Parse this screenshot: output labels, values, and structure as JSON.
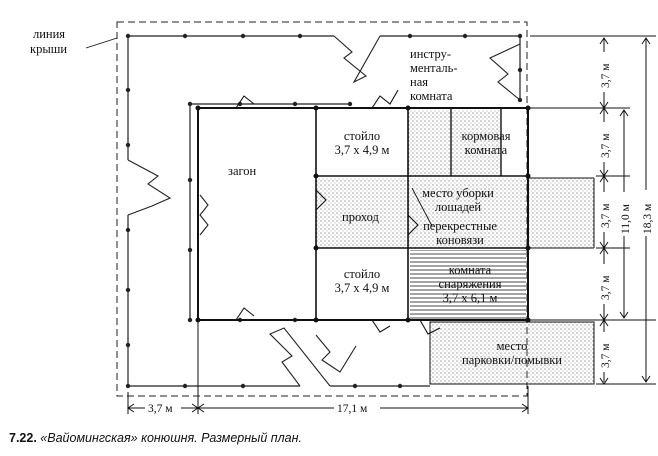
{
  "labels": {
    "roof_line": [
      "линия",
      "крыши"
    ],
    "tack_room": [
      "инстру-",
      "менталь-",
      "ная",
      "комната"
    ],
    "paddock": "загон",
    "stall_top": [
      "стойло",
      "3,7 x 4,9 м"
    ],
    "feed_room": [
      "кормовая",
      "комната"
    ],
    "passage": "проход",
    "grooming": [
      "место уборки",
      "лошадей"
    ],
    "cross_ties": [
      "перекрестные",
      "коновязи"
    ],
    "stall_bottom": [
      "стойло",
      "3,7 x 4,9 м"
    ],
    "saddle_room": [
      "комната",
      "снаряжения",
      "3,7 x 6,1 м"
    ],
    "parking": [
      "место",
      "парковки/помывки"
    ]
  },
  "dimensions": {
    "right_a": "3,7 м",
    "right_b": "3,7 м",
    "right_c": "3,7 м",
    "right_d": "3,7 м",
    "right_e": "3,7 м",
    "inner_total": "11,0 м",
    "outer_total": "18,3 м",
    "bottom_left": "3,7 м",
    "bottom_total": "17,1 м"
  },
  "caption": {
    "number": "7.22.",
    "title": "«Вайомингская» конюшня.",
    "subtitle": "Размерный план."
  }
}
